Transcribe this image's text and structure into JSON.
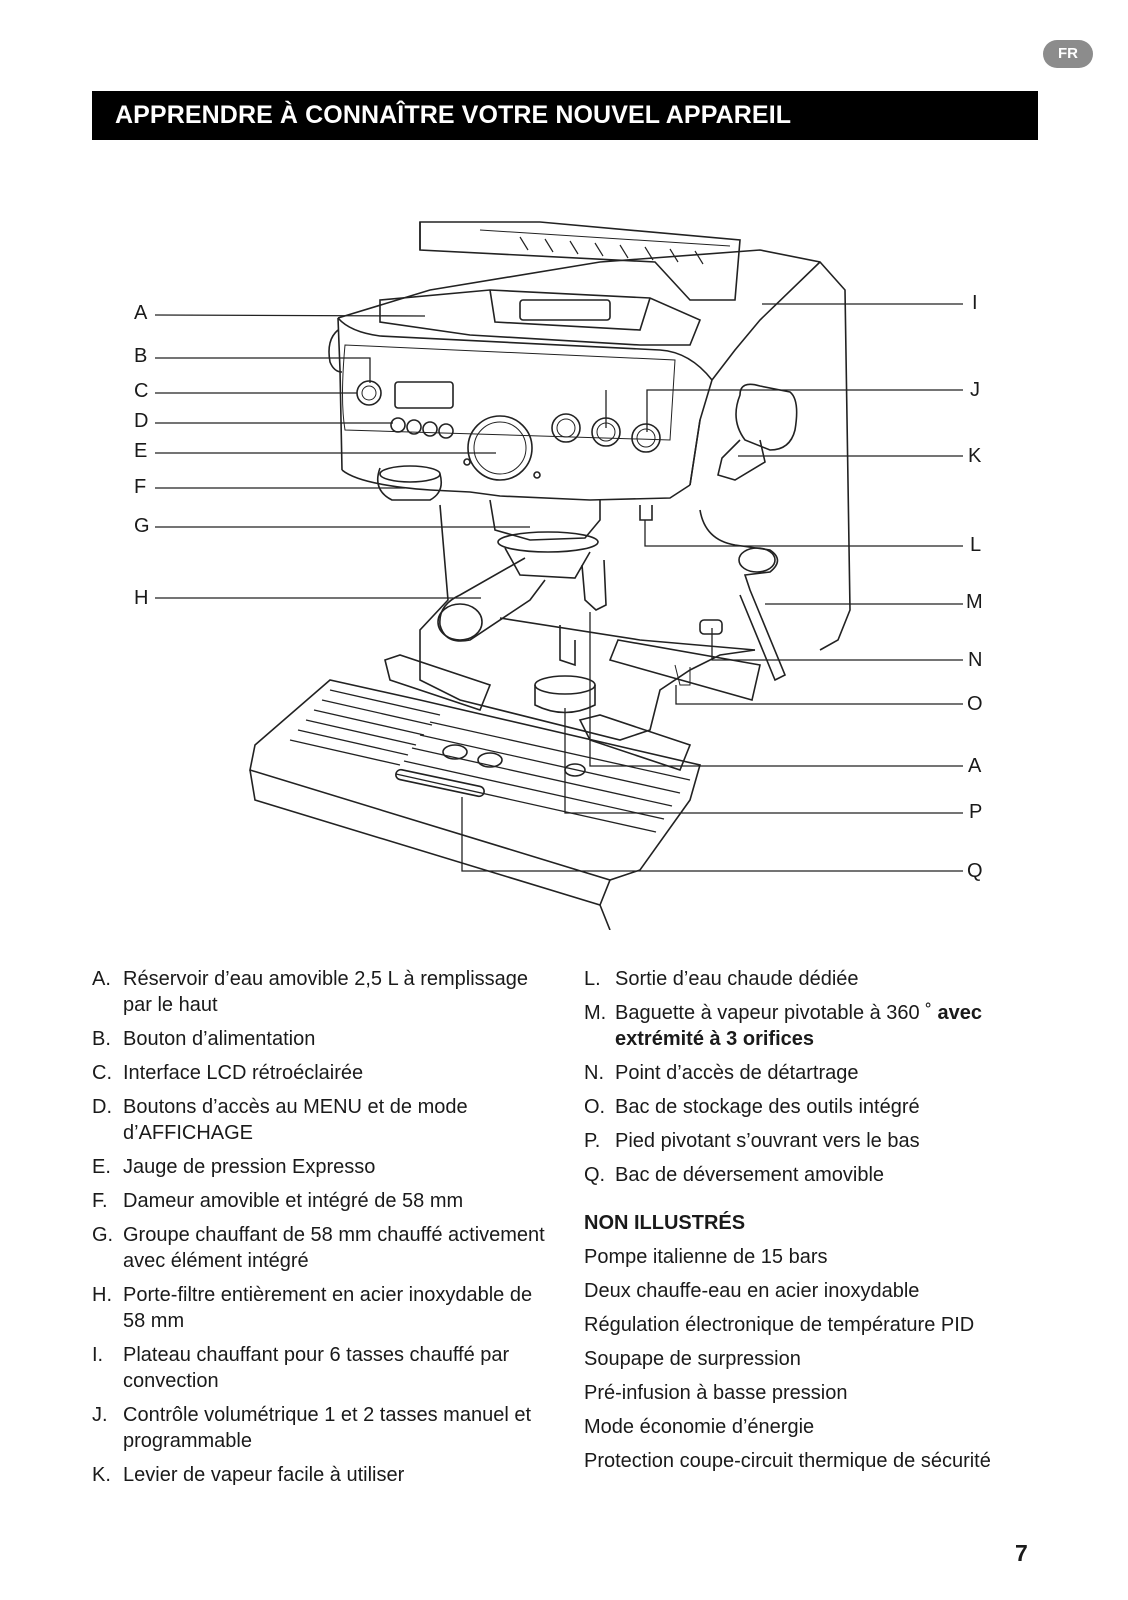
{
  "lang_badge": "FR",
  "title": "APPRENDRE À CONNAÎTRE VOTRE NOUVEL APPAREIL",
  "callouts_left": [
    "A",
    "B",
    "C",
    "D",
    "E",
    "F",
    "G",
    "H"
  ],
  "callouts_right": [
    "I",
    "J",
    "K",
    "L",
    "M",
    "N",
    "O",
    "A",
    "P",
    "Q"
  ],
  "parts_left": [
    {
      "letter": "A.",
      "text": "Réservoir d’eau amovible 2,5 L à remplissage par le haut"
    },
    {
      "letter": "B.",
      "text": "Bouton d’alimentation"
    },
    {
      "letter": "C.",
      "text": "Interface LCD rétroéclairée"
    },
    {
      "letter": "D.",
      "text": "Boutons d’accès au MENU et de mode d’AFFICHAGE"
    },
    {
      "letter": "E.",
      "text": "Jauge de pression Expresso"
    },
    {
      "letter": "F.",
      "text": "Dameur amovible et intégré de 58 mm"
    },
    {
      "letter": "G.",
      "text": "Groupe chauffant de 58 mm chauffé activement avec élément intégré"
    },
    {
      "letter": "H.",
      "text": "Porte-filtre entièrement en acier inoxydable de 58 mm"
    },
    {
      "letter": "I.",
      "text": "Plateau chauffant pour 6 tasses chauffé par convection"
    },
    {
      "letter": "J.",
      "text": "Contrôle volumétrique 1 et 2 tasses manuel et programmable"
    },
    {
      "letter": "K.",
      "text": "Levier de vapeur facile à utiliser"
    }
  ],
  "parts_right": [
    {
      "letter": "L.",
      "text": "Sortie d’eau chaude dédiée"
    },
    {
      "letter": "M.",
      "text": "Baguette à vapeur pivotable à 360 ˚",
      "bold": "avec extrémité à 3 orifices"
    },
    {
      "letter": "N.",
      "text": "Point d’accès de détartrage"
    },
    {
      "letter": "O.",
      "text": "Bac de stockage des outils intégré"
    },
    {
      "letter": "P.",
      "text": "Pied pivotant s’ouvrant vers le bas"
    },
    {
      "letter": "Q.",
      "text": "Bac de déversement amovible"
    }
  ],
  "not_shown_heading": "NON ILLUSTRÉS",
  "not_shown": [
    "Pompe italienne de 15 bars",
    "Deux chauffe-eau en acier inoxydable",
    "Régulation électronique de température PID",
    "Soupape de surpression",
    "Pré-infusion à basse pression",
    "Mode économie d’énergie",
    "Protection coupe-circuit thermique de sécurité"
  ],
  "page_number": "7"
}
